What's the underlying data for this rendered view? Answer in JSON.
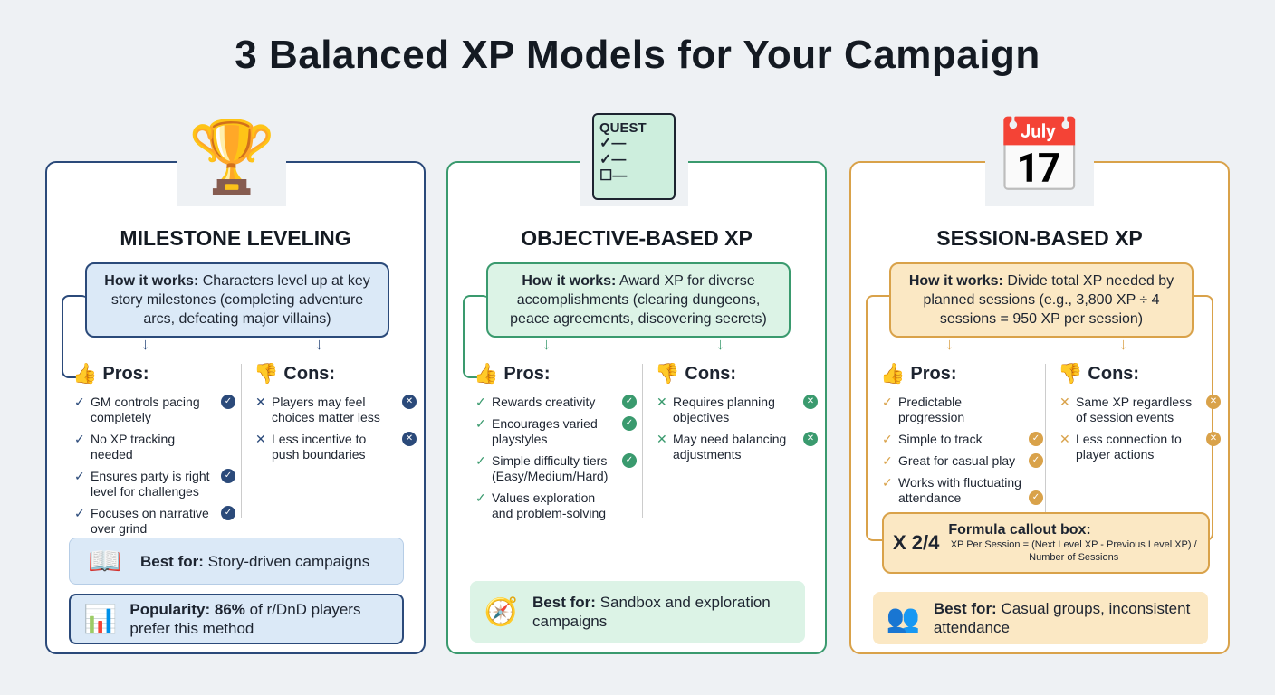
{
  "title": "3 Balanced XP Models for Your Campaign",
  "colors": {
    "milestone": "#2b4a7a",
    "objective": "#3a9a6e",
    "session": "#d9a24a"
  },
  "cards": [
    {
      "icon": "trophy-with-flag-icon",
      "heading": "MILESTONE LEVELING",
      "how_label": "How it works:",
      "how_text": "Characters level up at key story milestones (completing adventure arcs, defeating major villains)",
      "pros_label": "Pros:",
      "cons_label": "Cons:",
      "pros": [
        "GM controls pacing completely",
        "No XP tracking needed",
        "Ensures party is right level for challenges",
        "Focuses on narrative over grind"
      ],
      "cons": [
        "Players may feel choices matter less",
        "Less incentive to push boundaries"
      ],
      "best_label": "Best for:",
      "best_text": "Story-driven campaigns",
      "pop_label": "Popularity: 86%",
      "pop_text": "of r/DnD players prefer this method"
    },
    {
      "icon": "quest-scroll-icon",
      "icon_text": "QUEST",
      "heading": "OBJECTIVE-BASED XP",
      "how_label": "How it works:",
      "how_text": "Award XP for diverse accomplishments (clearing dungeons, peace agreements, discovering secrets)",
      "pros_label": "Pros:",
      "cons_label": "Cons:",
      "pros": [
        "Rewards creativity",
        "Encourages varied playstyles",
        "Simple difficulty tiers (Easy/Medium/Hard)",
        "Values exploration and problem-solving"
      ],
      "cons": [
        "Requires planning objectives",
        "May need balancing adjustments"
      ],
      "best_label": "Best for:",
      "best_text": "Sandbox and exploration campaigns"
    },
    {
      "icon": "calendar-clock-icon",
      "heading": "SESSION-BASED XP",
      "how_label": "How it works:",
      "how_text": "Divide total XP needed by planned sessions (e.g., 3,800 XP ÷ 4 sessions = 950 XP per session)",
      "pros_label": "Pros:",
      "cons_label": "Cons:",
      "pros": [
        "Predictable progression",
        "Simple to track",
        "Great for casual play",
        "Works with fluctuating attendance"
      ],
      "cons": [
        "Same XP regardless of session events",
        "Less connection to player actions"
      ],
      "formula_title": "Formula callout box:",
      "formula_symbol": "X 2/4",
      "formula_text": "XP Per Session = (Next Level XP - Previous Level XP) / Number of Sessions",
      "best_label": "Best for:",
      "best_text": "Casual groups, inconsistent attendance"
    }
  ]
}
